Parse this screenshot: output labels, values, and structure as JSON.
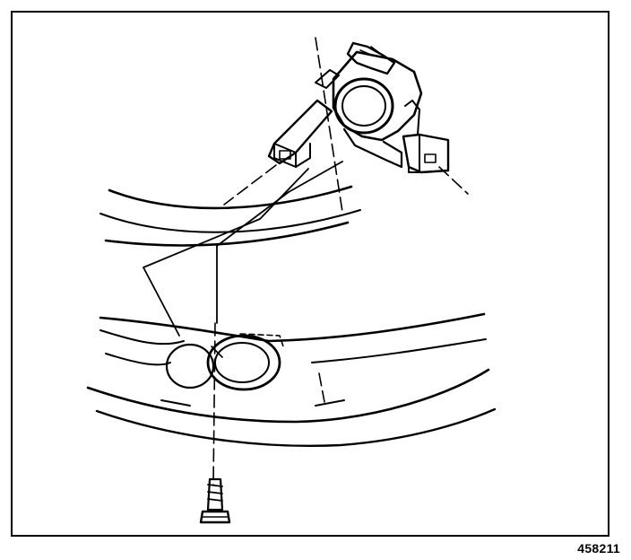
{
  "figure": {
    "number": "458211",
    "line_color": "#000000",
    "background_color": "#ffffff"
  },
  "parts": {
    "fog_lamp": "fog-lamp-assembly",
    "bracket": "mounting-bracket",
    "fascia": "front-fascia",
    "fastener": "screw"
  }
}
